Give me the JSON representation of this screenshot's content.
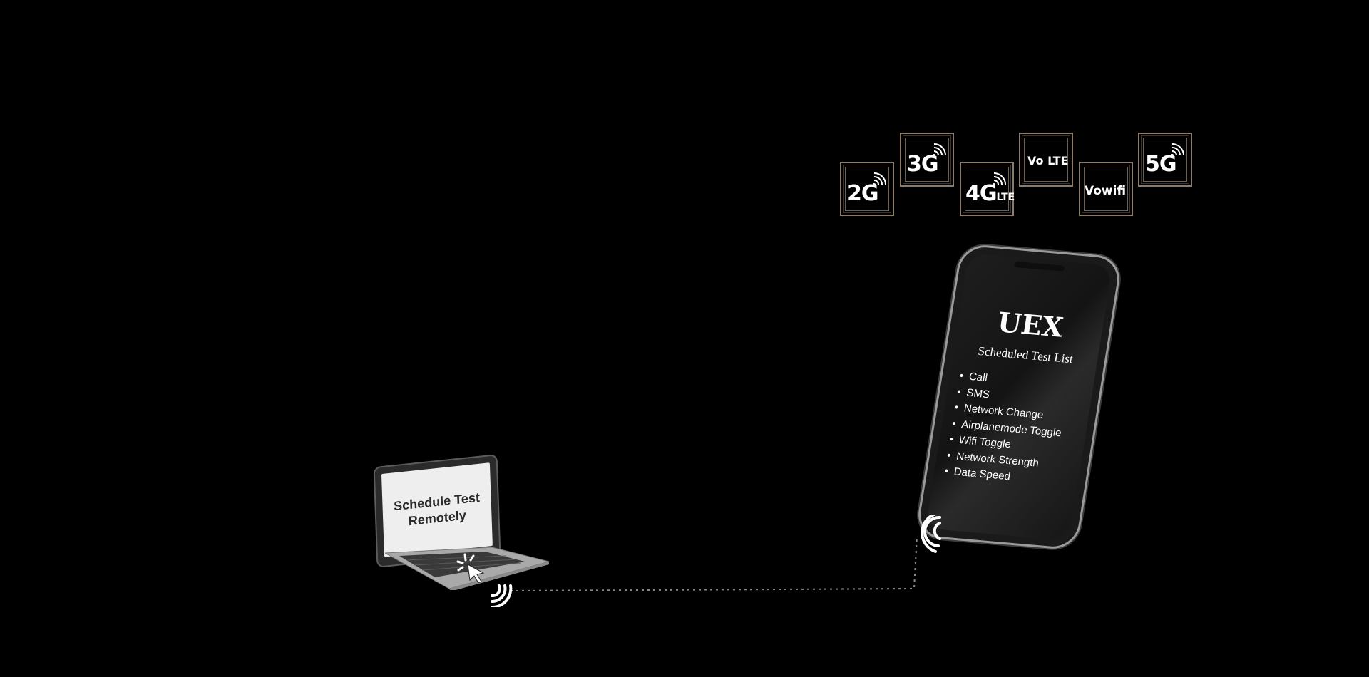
{
  "badges": [
    {
      "id": "2g",
      "label": "2G",
      "sub": ""
    },
    {
      "id": "3g",
      "label": "3G",
      "sub": ""
    },
    {
      "id": "4g",
      "label": "4G",
      "sub": "LTE"
    },
    {
      "id": "volte",
      "label": "Vo LTE",
      "sub": ""
    },
    {
      "id": "vowifi",
      "label": "Vowifi",
      "sub": ""
    },
    {
      "id": "5g",
      "label": "5G",
      "sub": ""
    }
  ],
  "laptop": {
    "screen_text": "Schedule Test\nRemotely"
  },
  "phone": {
    "title": "UEX",
    "subtitle": "Scheduled Test List",
    "tests": [
      "Call",
      "SMS",
      "Network Change",
      "Airplanemode Toggle",
      "Wifi Toggle",
      "Network Strength",
      "Data Speed"
    ]
  },
  "colors": {
    "background": "#000000",
    "badge_border": "#8a7b6a",
    "text": "#ffffff",
    "connector": "#8a8a8a"
  }
}
